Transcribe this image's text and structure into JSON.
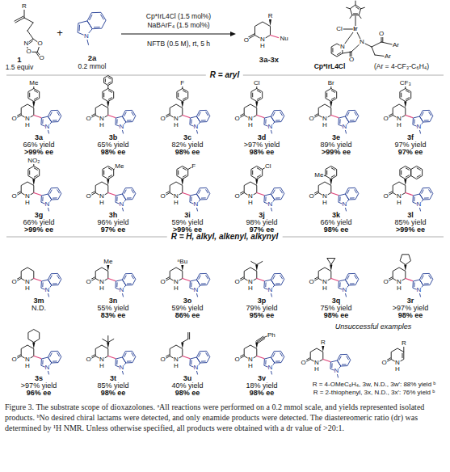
{
  "diagram": {
    "caption": "Figure 3. The substrate scope of dioxazolones. ᵃAll reactions were performed on a 0.2 mmol scale, and yields represented isolated products. ᵇNo desired chiral lactams were detected, and only enamide products were detected. The diastereomeric ratio (dr) was determined by ¹H NMR. Unless otherwise specified, all products were obtained with a dr value of >20:1.",
    "labels": [
      "R",
      "O",
      "O",
      "N",
      "O",
      "1",
      "1.5 equiv",
      "+",
      "N",
      "2a",
      "0.2 mmol",
      "Cp*IrL4Cl (1.5 mol%)",
      "NaBArF₄ (1.5 mol%)",
      "NFTB (0.5 M), rt, 5 h",
      "O",
      "N",
      "H",
      "R",
      "Nu",
      "3a-3x",
      "Ir",
      "Cl",
      "N",
      "N",
      "O",
      "O",
      "Ar",
      "Ar",
      "Cp*IrL4Cl",
      "(Ar = 4-CF₃-C₆H₄)",
      "R = aryl",
      "O",
      "N",
      "H",
      "Me",
      "N",
      "3a",
      "66% yield",
      ">99% ee",
      "O",
      "N",
      "H",
      "N",
      "3b",
      "65% yield",
      "98% ee",
      "O",
      "N",
      "H",
      "F",
      "N",
      "3c",
      "82% yield",
      "98% ee",
      "O",
      "N",
      "H",
      "Cl",
      "N",
      "3d",
      ">97% yield",
      "98% ee",
      "O",
      "N",
      "H",
      "Br",
      "N",
      "3e",
      "89% yield",
      ">99% ee",
      "O",
      "N",
      "H",
      "CF₃",
      "N",
      "3f",
      "97% yield",
      "97% ee",
      "O",
      "N",
      "H",
      "NO₂",
      "N",
      "3g",
      "66% yield",
      ">99% ee",
      "O",
      "N",
      "H",
      "Me",
      "N",
      "3h",
      "96% yield",
      "97% ee",
      "O",
      "N",
      "H",
      "F",
      "N",
      "3i",
      "59% yield",
      ">99% ee",
      "O",
      "N",
      "H",
      "Cl",
      "N",
      "3j",
      "98% yield",
      "97% ee",
      "O",
      "N",
      "H",
      "Me",
      "N",
      "3k",
      "66% yield",
      "98% ee",
      "O",
      "N",
      "H",
      "N",
      "3l",
      "85% yield",
      ">99% ee",
      "R = H, alkyl, alkenyl, alkynyl",
      "O",
      "N",
      "H",
      "N",
      "3m",
      "N.D.",
      "O",
      "N",
      "H",
      "Me",
      "N",
      "3n",
      "55% yield",
      "83% ee",
      "O",
      "N",
      "H",
      "ⁿBu",
      "N",
      "3o",
      "59% yield",
      "86% ee",
      "O",
      "N",
      "H",
      "N",
      "3p",
      "79% yield",
      "95% ee",
      "O",
      "N",
      "H",
      "N",
      "3q",
      "75% yield",
      "98% ee",
      "O",
      "N",
      "H",
      "N",
      "3r",
      ">97% yield",
      "98% ee",
      "O",
      "N",
      "H",
      "N",
      "3s",
      ">97% yield",
      "96% ee",
      "O",
      "N",
      "H",
      "N",
      "3t",
      "85% yield",
      "98% ee",
      "O",
      "N",
      "H",
      "N",
      "3u",
      "40% yield",
      "98% ee",
      "O",
      "N",
      "H",
      "Ph",
      "N",
      "3v",
      "18% yield",
      "98% ee",
      "Unsuccessful examples",
      "O",
      "N",
      "H",
      "R",
      "N",
      "O",
      "N",
      "H",
      "R",
      "R = 4-OMeC₆H₄, 3w, N.D., 3w': 88% yield ᵇ",
      "R = 2-thiophenyl, 3x, N.D., 3x': 76% yield ᵇ"
    ]
  }
}
